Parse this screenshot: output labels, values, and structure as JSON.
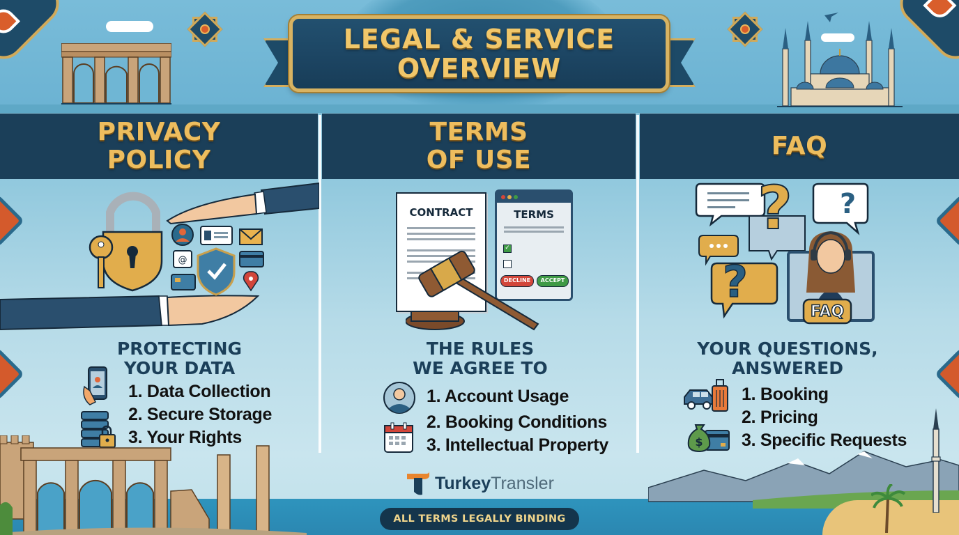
{
  "title": {
    "line1": "LEGAL & SERVICE",
    "line2": "OVERVIEW"
  },
  "columns": [
    {
      "id": "privacy",
      "header_line1": "PRIVACY",
      "header_line2": "POLICY",
      "subtitle_line1": "PROTECTING",
      "subtitle_line2": "YOUR DATA",
      "items": [
        "1. Data Collection",
        "2. Secure Storage",
        "3. Your Rights"
      ],
      "icons": [
        "phone-user-icon",
        "server-lock-icon"
      ],
      "illustration": [
        "padlock-icon",
        "key-icon",
        "hands-icon",
        "user-avatar-icon",
        "id-card-icon",
        "envelope-icon",
        "at-sign-icon",
        "shield-check-icon",
        "credit-card-icon",
        "location-pin-icon"
      ]
    },
    {
      "id": "terms",
      "header_line1": "TERMS",
      "header_line2": "OF USE",
      "subtitle_line1": "THE RULES",
      "subtitle_line2": "WE AGREE TO",
      "items": [
        "1. Account Usage",
        "2. Booking Conditions",
        "3. Intellectual Property"
      ],
      "icons": [
        "user-avatar-icon",
        "calendar-icon"
      ],
      "illustration": {
        "contract_label": "CONTRACT",
        "terms_label": "TERMS",
        "decline_label": "DECLINE",
        "accept_label": "ACCEPT"
      }
    },
    {
      "id": "faq",
      "header_line1": "FAQ",
      "header_line2": "",
      "subtitle_line1": "YOUR QUESTIONS,",
      "subtitle_line2": "ANSWERED",
      "items": [
        "1. Booking",
        "2. Pricing",
        "3. Specific Requests"
      ],
      "icons": [
        "car-luggage-icon",
        "money-bag-card-icon"
      ],
      "illustration": {
        "badge_label": "FAQ"
      }
    }
  ],
  "footer": {
    "brand_primary": "Turkey",
    "brand_secondary": "Transler",
    "notice": "ALL TERMS LEGALLY BINDING"
  },
  "colors": {
    "navy": "#1b3f59",
    "gold": "#edbd5e",
    "sky": "#8cc6dc",
    "orange": "#d95e2b",
    "accept_green": "#3f9a45",
    "decline_red": "#d2463a"
  }
}
